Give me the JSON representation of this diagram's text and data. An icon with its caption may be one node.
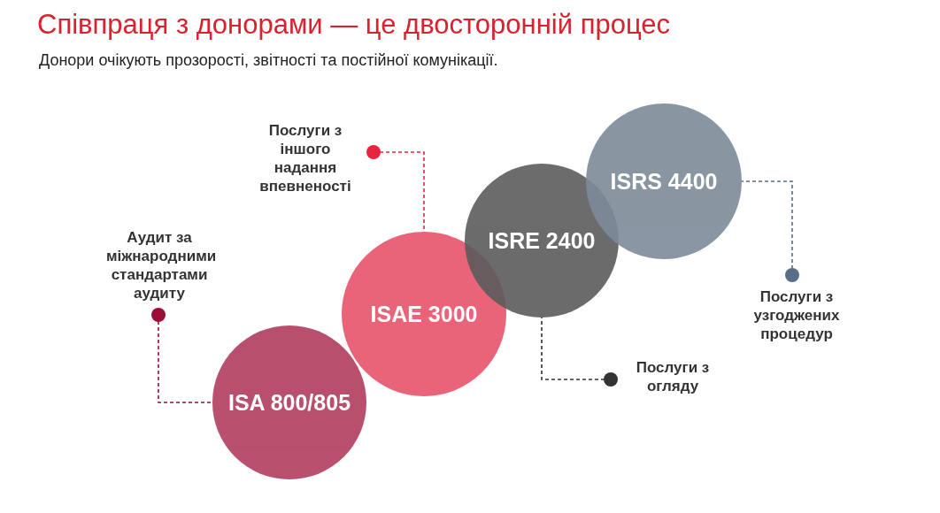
{
  "diagram": {
    "title": "Співпраця з донорами — це двосторонній процес",
    "caption": "Донори очікують прозорості, звітності та постійної комунікації.",
    "nodes": [
      {
        "text": [
          "ISA 800/805"
        ]
      },
      {
        "text": [
          "ISAE 3000"
        ]
      },
      {
        "text": [
          "ISRE 2400"
        ]
      },
      {
        "text": [
          "ISRS 4400"
        ]
      },
      {
        "text": [
          "Аудит за міжнародними стандартами аудиту"
        ]
      },
      {
        "text": [
          "Послуги з іншого надання впевненості"
        ]
      },
      {
        "text": [
          "Послуги з огляду"
        ]
      },
      {
        "text": [
          "Послуги з узгоджених процедур"
        ]
      }
    ],
    "edges": [
      {
        "from": 4,
        "to": 0,
        "arrow": "other",
        "style": "dashed",
        "color": "#9b0d35"
      },
      {
        "from": 5,
        "to": 1,
        "arrow": "other",
        "style": "dashed",
        "color": "#e8243f"
      },
      {
        "from": 6,
        "to": 2,
        "arrow": "other",
        "style": "dashed",
        "color": "#333333"
      },
      {
        "from": 7,
        "to": 3,
        "arrow": "other",
        "style": "dashed",
        "color": "#5a6e88"
      }
    ]
  }
}
